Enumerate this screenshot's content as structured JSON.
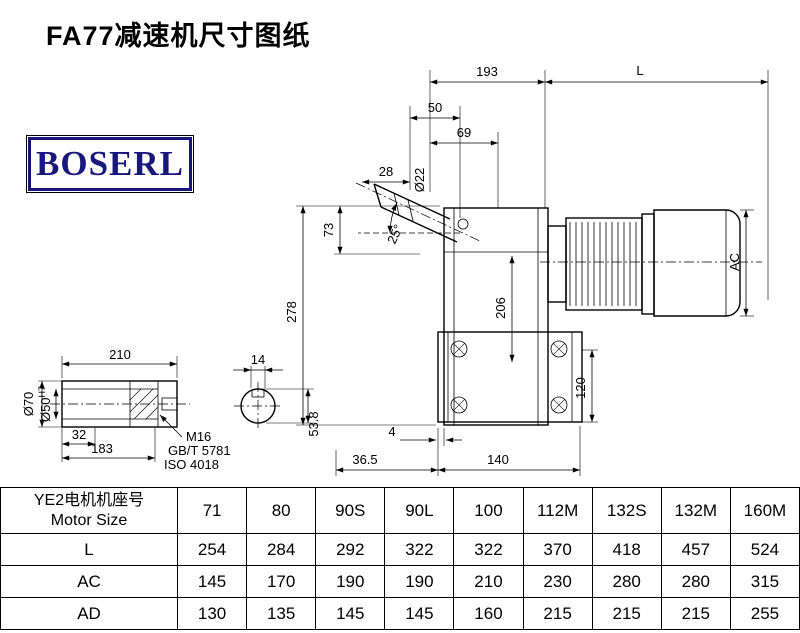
{
  "title": "FA77减速机尺寸图纸",
  "logo": "BOSERL",
  "drawing": {
    "dims": {
      "d193": "193",
      "dL": "L",
      "d50": "50",
      "d69": "69",
      "d22": "Ø22",
      "d28": "28",
      "d73": "73",
      "d25": "25°",
      "d278": "278",
      "d206": "206",
      "dAC": "AC",
      "d120": "120",
      "d4": "4",
      "d36_5": "36.5",
      "d140": "140",
      "d210": "210",
      "d14": "14",
      "d70": "Ø70",
      "d50b": "Ø50",
      "d50sup": "H7",
      "d32": "32",
      "d183": "183",
      "m16": "M16",
      "gbt": "GB/T 5781",
      "iso": "ISO 4018",
      "d53_8": "53.8"
    }
  },
  "table": {
    "header_line1": "YE2电机机座号",
    "header_line2": "Motor Size",
    "columns": [
      "71",
      "80",
      "90S",
      "90L",
      "100",
      "112M",
      "132S",
      "132M",
      "160M"
    ],
    "rows": [
      {
        "label": "L",
        "values": [
          "254",
          "284",
          "292",
          "322",
          "322",
          "370",
          "418",
          "457",
          "524"
        ]
      },
      {
        "label": "AC",
        "values": [
          "145",
          "170",
          "190",
          "190",
          "210",
          "230",
          "280",
          "280",
          "315"
        ]
      },
      {
        "label": "AD",
        "values": [
          "130",
          "135",
          "145",
          "145",
          "160",
          "215",
          "215",
          "215",
          "255"
        ]
      }
    ]
  }
}
